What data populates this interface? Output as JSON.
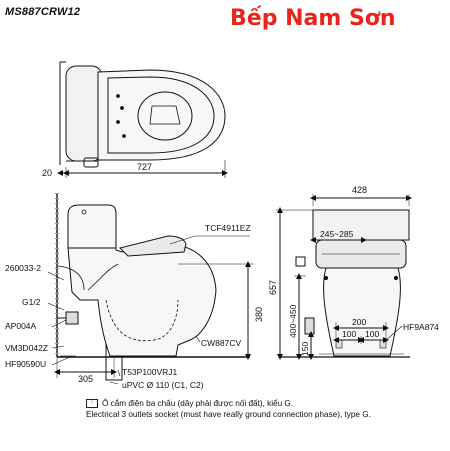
{
  "header": {
    "model_code": "MS887CRW12",
    "brand": "Bếp Nam Sơn"
  },
  "top_view": {
    "dim_left": "20",
    "dim_length": "727"
  },
  "side_view": {
    "labels": {
      "seat": "TCF4911EZ",
      "hose": "260033-2",
      "valve": "G1/2",
      "stop_valve": "AP004A",
      "valve2": "VM3D042Z",
      "pipe": "HF90590U",
      "bowl": "CW887CV",
      "flange": "T53P100VRJ1",
      "drain": "uPVC Ø 110 (C1, C2)"
    },
    "dims": {
      "height": "380",
      "rough_in": "305"
    }
  },
  "front_view": {
    "labels": {
      "width": "428",
      "offset_range": "245~285",
      "height": "657",
      "supply_range": "400~450",
      "supply_height": "150",
      "gap": "200",
      "half_left": "100",
      "half_right": "100",
      "fitting": "HF9A874"
    }
  },
  "notes": {
    "socket_icon": "socket-g-icon",
    "line_vi": "Ổ cắm điện ba chấu (dây phải được nối đất), kiểu G.",
    "line_en": "Electrical 3 outlets socket (must have really ground connection phase), type G."
  }
}
